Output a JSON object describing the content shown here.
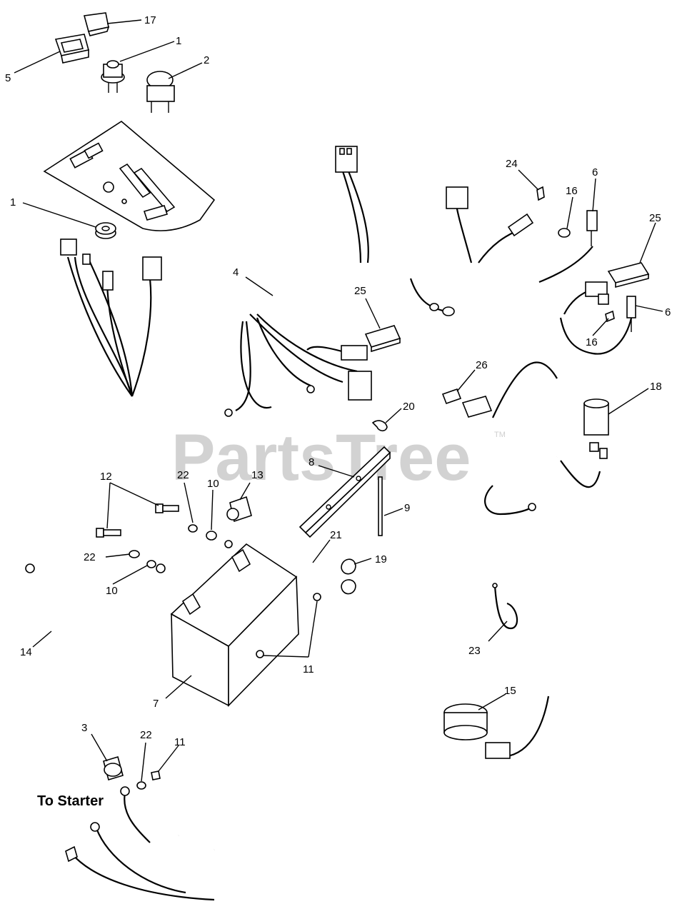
{
  "watermark": {
    "text": "PartsTree",
    "trademark": "TM"
  },
  "caption": {
    "to_starter": "To Starter"
  },
  "callouts": [
    {
      "id": "c17",
      "label": "17"
    },
    {
      "id": "c5",
      "label": "5"
    },
    {
      "id": "c1a",
      "label": "1"
    },
    {
      "id": "c2",
      "label": "2"
    },
    {
      "id": "c1b",
      "label": "1"
    },
    {
      "id": "c4",
      "label": "4"
    },
    {
      "id": "c25a",
      "label": "25"
    },
    {
      "id": "c24",
      "label": "24"
    },
    {
      "id": "c6a",
      "label": "6"
    },
    {
      "id": "c16a",
      "label": "16"
    },
    {
      "id": "c25b",
      "label": "25"
    },
    {
      "id": "c6b",
      "label": "6"
    },
    {
      "id": "c16b",
      "label": "16"
    },
    {
      "id": "c26",
      "label": "26"
    },
    {
      "id": "c18",
      "label": "18"
    },
    {
      "id": "c20",
      "label": "20"
    },
    {
      "id": "c8",
      "label": "8"
    },
    {
      "id": "c9",
      "label": "9"
    },
    {
      "id": "c12",
      "label": "12"
    },
    {
      "id": "c22a",
      "label": "22"
    },
    {
      "id": "c10a",
      "label": "10"
    },
    {
      "id": "c13",
      "label": "13"
    },
    {
      "id": "c21",
      "label": "21"
    },
    {
      "id": "c19",
      "label": "19"
    },
    {
      "id": "c22b",
      "label": "22"
    },
    {
      "id": "c10b",
      "label": "10"
    },
    {
      "id": "c14",
      "label": "14"
    },
    {
      "id": "c11a",
      "label": "11"
    },
    {
      "id": "c7",
      "label": "7"
    },
    {
      "id": "c23",
      "label": "23"
    },
    {
      "id": "c15",
      "label": "15"
    },
    {
      "id": "c3",
      "label": "3"
    },
    {
      "id": "c22c",
      "label": "22"
    },
    {
      "id": "c11b",
      "label": "11"
    }
  ]
}
